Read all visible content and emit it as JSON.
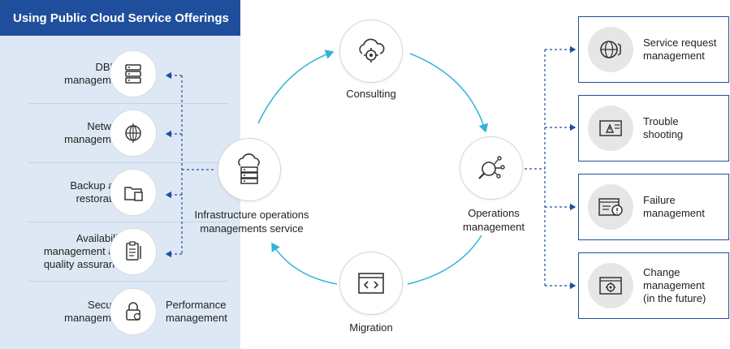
{
  "left_panel": {
    "title": "Using Public Cloud Service Offerings",
    "items": [
      {
        "label": "DBMS\nmanagement",
        "icon": "database-server-icon"
      },
      {
        "label": "Network\nmanagement",
        "icon": "network-globe-icon"
      },
      {
        "label": "Backup and\nrestoration",
        "icon": "folder-backup-icon"
      },
      {
        "label": "Availability\nmanagement and\nquality assurance",
        "icon": "clipboard-checklist-icon"
      },
      {
        "label": "Security\nmanagement",
        "icon": "lock-icon"
      }
    ],
    "performance_label": "Performance\nmanagement"
  },
  "cycle": {
    "consulting": {
      "label": "Consulting",
      "icon": "cloud-gear-icon"
    },
    "operations": {
      "label": "Operations\nmanagement",
      "icon": "wrench-gear-icon"
    },
    "migration": {
      "label": "Migration",
      "icon": "code-window-icon"
    },
    "infrastructure": {
      "label": "Infrastructure operations\nmanagements service",
      "icon": "cloud-server-icon"
    }
  },
  "right_boxes": [
    {
      "label": "Service request\nmanagement",
      "icon": "globe-gear-icon"
    },
    {
      "label": "Trouble\nshooting",
      "icon": "warning-screen-icon"
    },
    {
      "label": "Failure\nmanagement",
      "icon": "alert-window-icon"
    },
    {
      "label": "Change\nmanagement\n(in the future)",
      "icon": "settings-window-icon"
    }
  ],
  "colors": {
    "header_blue": "#1f4f9c",
    "panel_bg": "#dde8f4",
    "cycle_arrow": "#2fb3d9",
    "dashed_connector": "#1f4f9c"
  }
}
